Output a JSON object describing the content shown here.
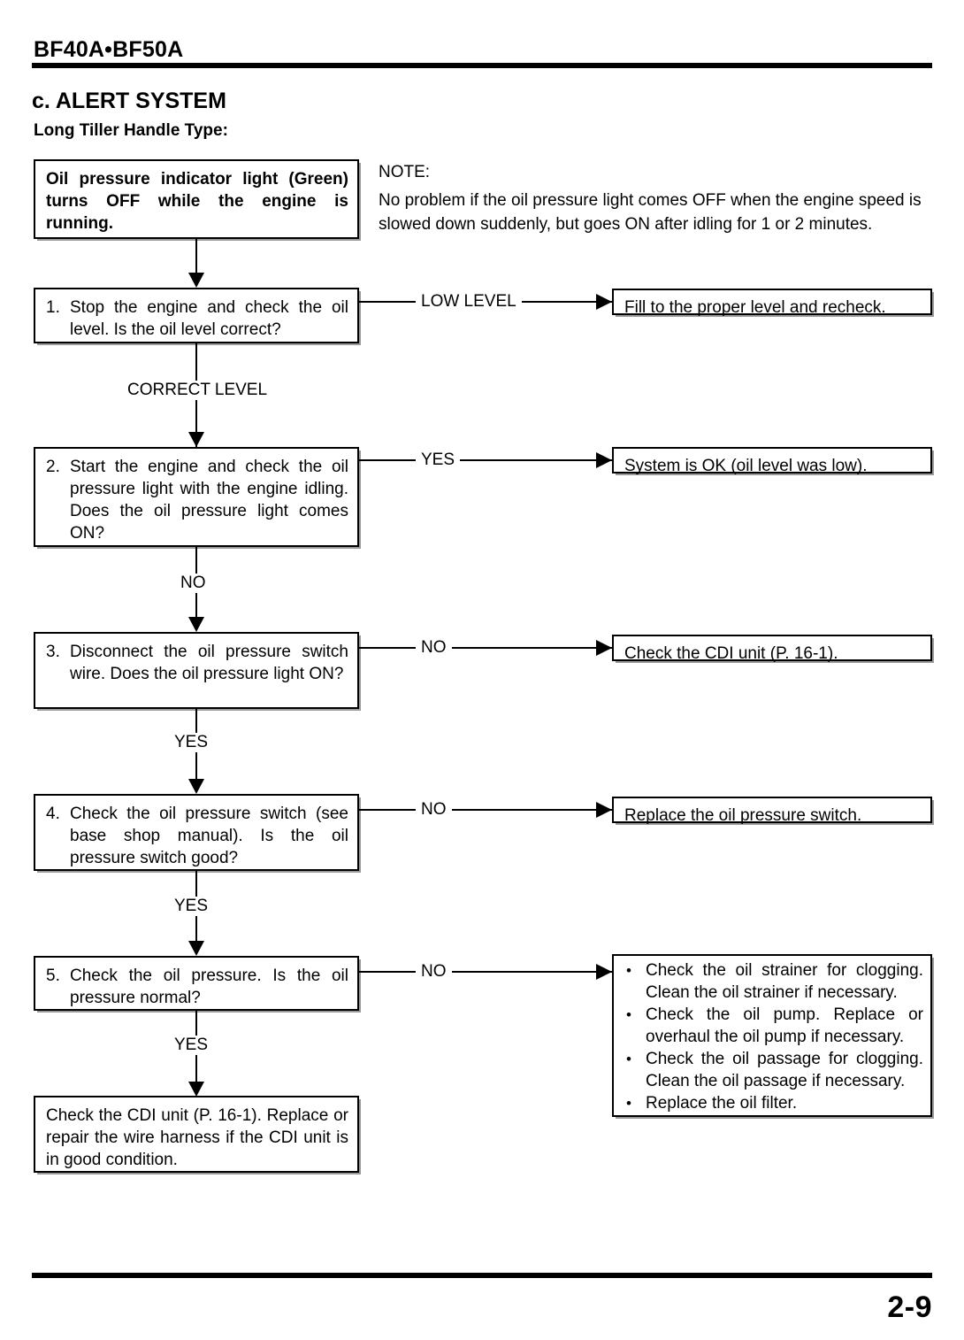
{
  "header": {
    "model": "BF40A•BF50A",
    "section_title": "c. ALERT SYSTEM",
    "subtitle": "Long Tiller Handle Type:"
  },
  "note": {
    "label": "NOTE:",
    "text": "No problem if the oil pressure light comes OFF when the engine speed is slowed down suddenly, but goes ON after idling for 1 or 2 minutes."
  },
  "flow": {
    "symptom": "Oil pressure indicator light (Green) turns OFF while the engine is running.",
    "steps": [
      {
        "num": "1.",
        "text": "Stop the engine and check the oil level. Is the oil level correct?",
        "branch_label": "LOW LEVEL",
        "result": "Fill to the proper level and recheck.",
        "down_label": "CORRECT LEVEL"
      },
      {
        "num": "2.",
        "text": "Start the engine and check the oil pressure light with the engine idling. Does the oil pressure light comes ON?",
        "branch_label": "YES",
        "result": "System is OK (oil level was low).",
        "down_label": "NO"
      },
      {
        "num": "3.",
        "text": "Disconnect the oil pressure switch wire. Does the oil pressure light ON?",
        "branch_label": "NO",
        "result": "Check the CDI unit (P. 16-1).",
        "down_label": "YES"
      },
      {
        "num": "4.",
        "text": "Check the oil pressure switch (see base shop manual). Is the oil pressure switch good?",
        "branch_label": "NO",
        "result": "Replace the oil pressure switch.",
        "down_label": "YES"
      },
      {
        "num": "5.",
        "text": "Check the oil pressure. Is the oil pressure normal?",
        "branch_label": "NO",
        "down_label": "YES"
      }
    ],
    "final_result_bullets": [
      "Check the oil strainer for clogging. Clean the oil strainer if necessary.",
      "Check the oil pump. Replace or overhaul the oil pump if necessary.",
      "Check the oil passage for clogging. Clean the oil passage if necessary.",
      "Replace the oil filter."
    ],
    "conclusion": "Check the CDI unit (P. 16-1). Replace or repair the wire harness if the CDI unit is in good condition."
  },
  "footer": {
    "page_number": "2-9"
  }
}
